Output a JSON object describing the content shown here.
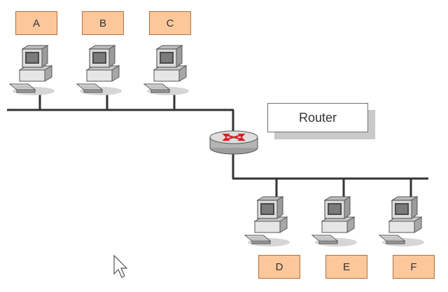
{
  "diagram": {
    "router": {
      "label": "Router"
    },
    "computers": [
      {
        "id": "A",
        "label": "A"
      },
      {
        "id": "B",
        "label": "B"
      },
      {
        "id": "C",
        "label": "C"
      },
      {
        "id": "D",
        "label": "D"
      },
      {
        "id": "E",
        "label": "E"
      },
      {
        "id": "F",
        "label": "F"
      }
    ],
    "colors": {
      "label_fill": "#fbc79b",
      "label_border": "#b4703a",
      "line": "#333333",
      "router_arrow": "#d42020"
    }
  }
}
